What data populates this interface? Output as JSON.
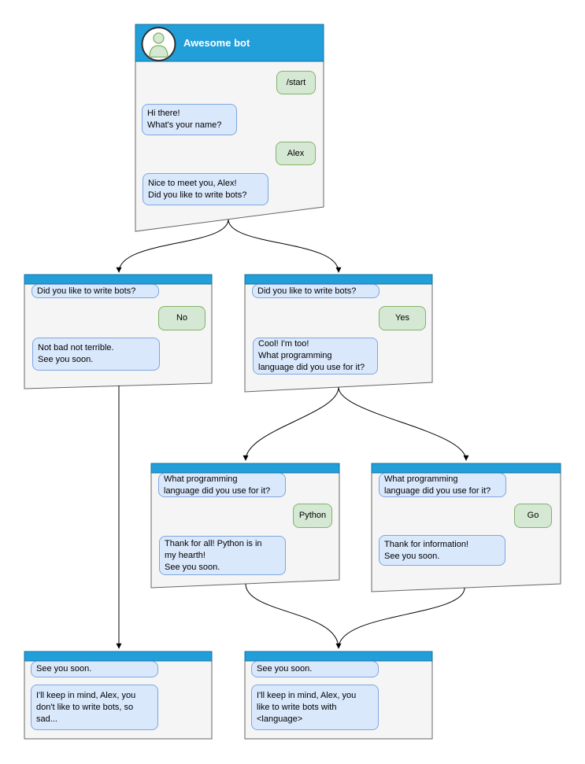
{
  "main_window": {
    "title": "Awesome bot",
    "messages": [
      {
        "sender": "user",
        "text": "/start"
      },
      {
        "sender": "bot",
        "text": "Hi there!\nWhat's your name?"
      },
      {
        "sender": "user",
        "text": "Alex"
      },
      {
        "sender": "bot",
        "text": "Nice to meet you, Alex!\nDid you like to write bots?"
      }
    ]
  },
  "branch_no": {
    "messages": [
      {
        "sender": "bot",
        "text": "Did you like to write bots?"
      },
      {
        "sender": "user",
        "text": "No"
      },
      {
        "sender": "bot",
        "text": "Not bad not terrible.\nSee you soon."
      }
    ]
  },
  "branch_yes": {
    "messages": [
      {
        "sender": "bot",
        "text": "Did you like to write bots?"
      },
      {
        "sender": "user",
        "text": "Yes"
      },
      {
        "sender": "bot",
        "text": "Cool! I'm too!\nWhat programming\nlanguage did you use for it?"
      }
    ]
  },
  "branch_python": {
    "messages": [
      {
        "sender": "bot",
        "text": "What programming\nlanguage did you use for it?"
      },
      {
        "sender": "user",
        "text": "Python"
      },
      {
        "sender": "bot",
        "text": "Thank for all! Python is in\nmy hearth!\nSee you soon."
      }
    ]
  },
  "branch_go": {
    "messages": [
      {
        "sender": "bot",
        "text": "What programming\nlanguage did you use for it?"
      },
      {
        "sender": "user",
        "text": "Go"
      },
      {
        "sender": "bot",
        "text": "Thank for information!\nSee you soon."
      }
    ]
  },
  "end_no": {
    "messages": [
      {
        "sender": "bot",
        "text": "See you soon."
      },
      {
        "sender": "bot",
        "text": "I'll keep in mind, Alex, you\ndon't like to write bots, so\nsad..."
      }
    ]
  },
  "end_language": {
    "messages": [
      {
        "sender": "bot",
        "text": "See you soon."
      },
      {
        "sender": "bot",
        "text": "I'll keep in mind, Alex, you\nlike to write bots with\n<language>"
      }
    ]
  },
  "edges": [
    {
      "from": "main_window",
      "to": "branch_no"
    },
    {
      "from": "main_window",
      "to": "branch_yes"
    },
    {
      "from": "branch_yes",
      "to": "branch_python"
    },
    {
      "from": "branch_yes",
      "to": "branch_go"
    },
    {
      "from": "branch_no",
      "to": "end_no"
    },
    {
      "from": "branch_python",
      "to": "end_language"
    },
    {
      "from": "branch_go",
      "to": "end_language"
    }
  ],
  "icons": {
    "avatar": "person-icon"
  },
  "colors": {
    "titlebar_blue": "#229ED9",
    "bot_bubble_fill": "#DAE8FC",
    "bot_bubble_border": "#7EA6E0",
    "user_bubble_fill": "#D5E8D4",
    "user_bubble_border": "#82B366",
    "window_fill": "#F5F5F5",
    "window_border": "#666666",
    "arrow": "#000000",
    "title_text": "#FFFFFF"
  }
}
